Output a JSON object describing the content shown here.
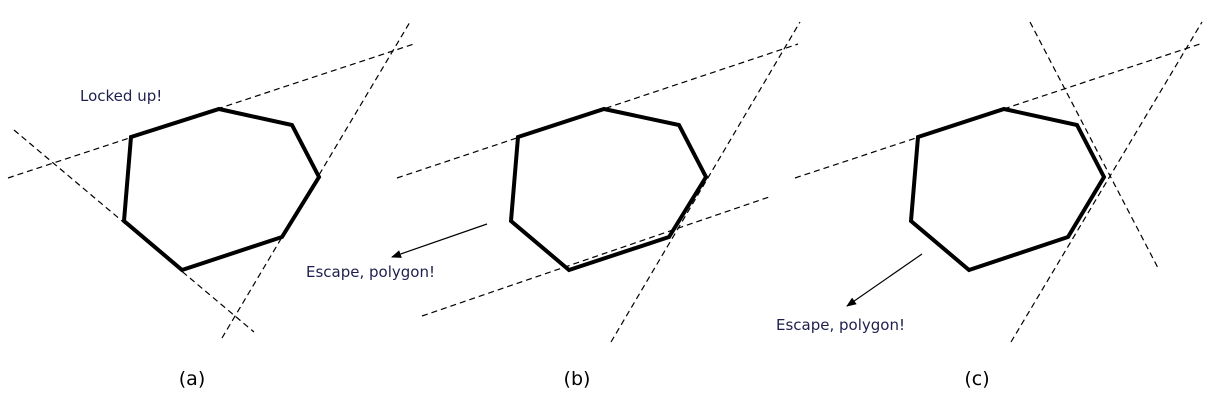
{
  "colors": {
    "note": "#1f1f4f",
    "line": "#000000",
    "background": "#ffffff"
  },
  "panels": [
    {
      "caption": "(a)",
      "note": "Locked up!"
    },
    {
      "caption": "(b)",
      "note": "Escape, polygon!"
    },
    {
      "caption": "(c)",
      "note": "Escape, polygon!"
    }
  ]
}
